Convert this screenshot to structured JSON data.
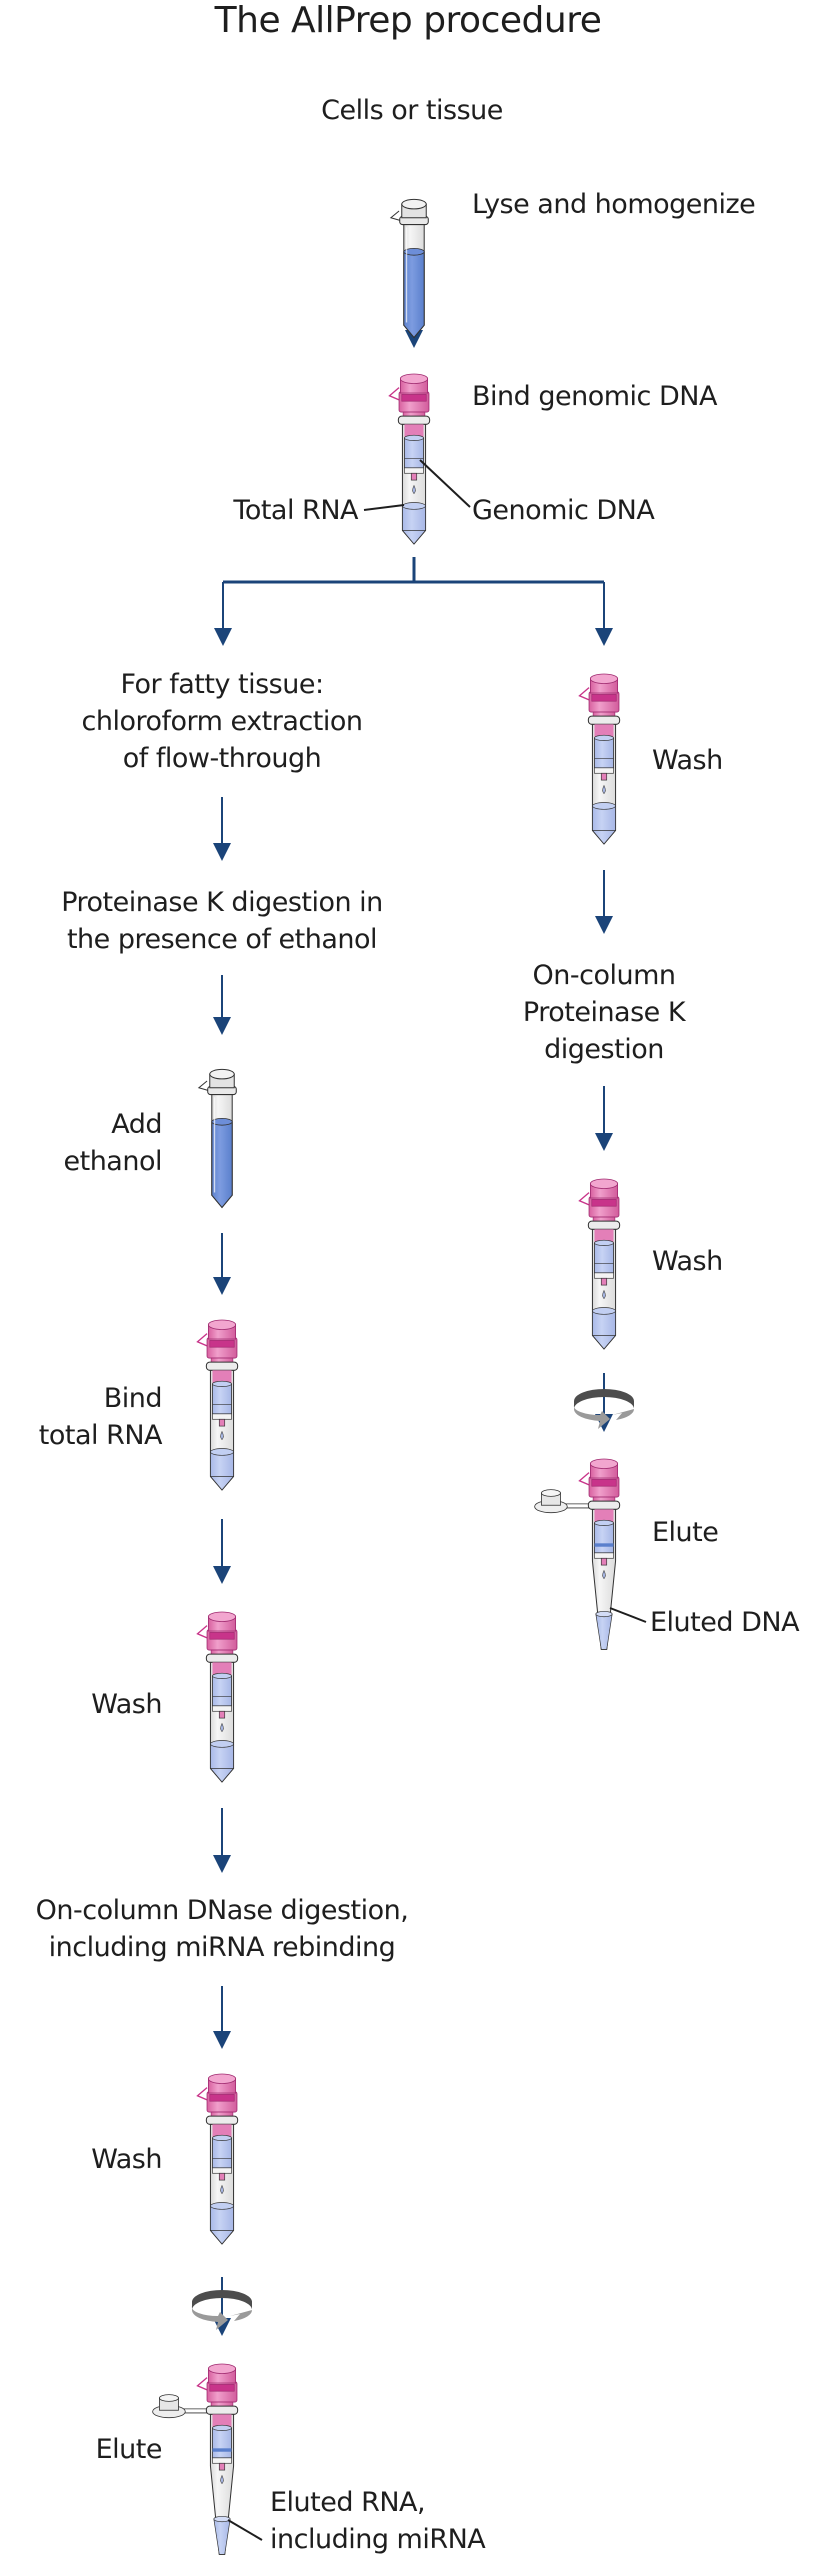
{
  "title": "The AllPrep procedure",
  "colors": {
    "arrow": "#1b4479",
    "column_pink": "#e07cb5",
    "column_pink_dark": "#c8348a",
    "liquid_blue": "#6b8fd8",
    "liquid_light": "#b8c6ee",
    "tube_glass": "#eeeeee",
    "spin_dark": "#555555",
    "spin_light": "#9a9a9a"
  },
  "start": {
    "label": "Cells or tissue",
    "lyse_step": "Lyse and homogenize",
    "bind_step": "Bind genomic DNA",
    "callout_total_rna": "Total RNA",
    "callout_genomic_dna": "Genomic DNA"
  },
  "rna_branch": {
    "steps": [
      {
        "type": "text",
        "lines": [
          "For fatty tissue:",
          "chloroform extraction",
          "of flow-through"
        ]
      },
      {
        "type": "text",
        "lines": [
          "Proteinase K digestion in",
          "the presence of ethanol"
        ]
      },
      {
        "type": "tube",
        "icon": "collection-tube-icon",
        "lines": [
          "Add",
          "ethanol"
        ]
      },
      {
        "type": "column",
        "icon": "spin-column-icon",
        "lines": [
          "Bind",
          "total RNA"
        ]
      },
      {
        "type": "column",
        "icon": "spin-column-icon",
        "lines": [
          "Wash"
        ]
      },
      {
        "type": "text",
        "lines": [
          "On-column DNase digestion,",
          "including miRNA rebinding"
        ]
      },
      {
        "type": "column",
        "icon": "spin-column-icon",
        "lines": [
          "Wash"
        ]
      },
      {
        "type": "centrifuge",
        "icon": "centrifuge-spin-icon"
      },
      {
        "type": "elute",
        "icon": "elution-tube-icon",
        "lines": [
          "Elute"
        ],
        "callout": [
          "Eluted RNA,",
          "including miRNA"
        ]
      }
    ]
  },
  "dna_branch": {
    "steps": [
      {
        "type": "column",
        "icon": "spin-column-icon",
        "lines": [
          "Wash"
        ]
      },
      {
        "type": "text",
        "lines": [
          "On-column",
          "Proteinase K",
          "digestion"
        ]
      },
      {
        "type": "column",
        "icon": "spin-column-icon",
        "lines": [
          "Wash"
        ]
      },
      {
        "type": "centrifuge",
        "icon": "centrifuge-spin-icon"
      },
      {
        "type": "elute",
        "icon": "elution-tube-icon",
        "lines": [
          "Elute"
        ],
        "callout": [
          "Eluted DNA"
        ]
      }
    ]
  }
}
